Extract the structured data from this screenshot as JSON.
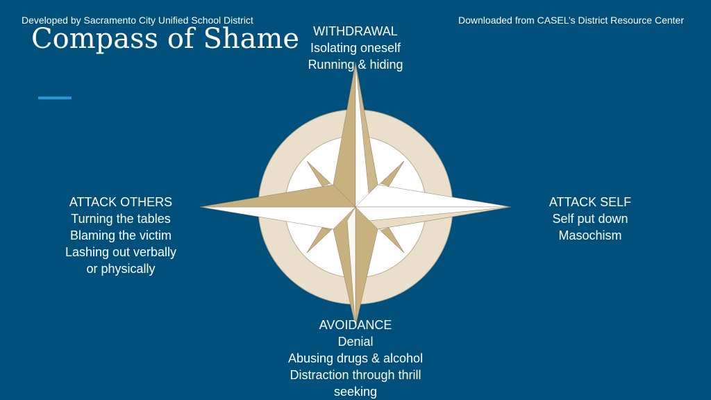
{
  "header": {
    "left_credit": "Developed by Sacramento City Unified School District",
    "right_credit": "Downloaded from CASEL’s District Resource Center",
    "title": "Compass of Shame"
  },
  "compass": {
    "north": {
      "heading": "WITHDRAWAL",
      "lines": [
        "Isolating oneself",
        "Running & hiding"
      ]
    },
    "west": {
      "heading": "ATTACK OTHERS",
      "lines": [
        "Turning the tables",
        "Blaming the victim",
        "Lashing out verbally",
        "or physically"
      ]
    },
    "east": {
      "heading": "ATTACK SELF",
      "lines": [
        "Self put down",
        "Masochism"
      ]
    },
    "south": {
      "heading": "AVOIDANCE",
      "lines": [
        "Denial",
        "Abusing drugs & alcohol",
        "Distraction through thrill",
        "seeking"
      ]
    }
  },
  "colors": {
    "background": "#00507b",
    "accent": "#1e9ad6",
    "ring": "#e9dfcb",
    "gold": "#c9b07f",
    "white": "#ffffff"
  }
}
